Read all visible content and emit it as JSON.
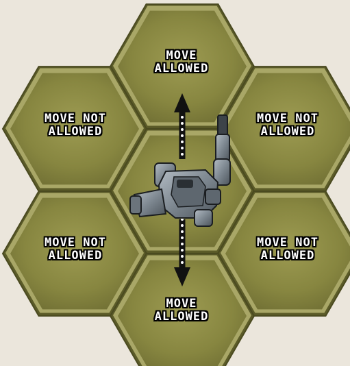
{
  "hexes": {
    "north": {
      "line1": "MOVE",
      "line2": "ALLOWED",
      "state": "allowed"
    },
    "northwest": {
      "line1": "MOVE NOT",
      "line2": "ALLOWED",
      "state": "not-allowed"
    },
    "northeast": {
      "line1": "MOVE NOT",
      "line2": "ALLOWED",
      "state": "not-allowed"
    },
    "southwest": {
      "line1": "MOVE NOT",
      "line2": "ALLOWED",
      "state": "not-allowed"
    },
    "southeast": {
      "line1": "MOVE NOT",
      "line2": "ALLOWED",
      "state": "not-allowed"
    },
    "south": {
      "line1": "MOVE",
      "line2": "ALLOWED",
      "state": "allowed"
    },
    "center": {
      "state": "occupied"
    }
  },
  "unit": {
    "icon": "mech-icon",
    "facing": "north"
  },
  "arrows": [
    {
      "direction": "up",
      "icon": "arrow-up-icon"
    },
    {
      "direction": "down",
      "icon": "arrow-down-icon"
    }
  ],
  "colors": {
    "background": "#ebe6dc",
    "hex_fill": "#8c8a3e",
    "hex_bevel_light": "#a9a767",
    "hex_bevel_dark": "#5b5b28",
    "mech": "#8a949c",
    "arrow": "#111111"
  }
}
